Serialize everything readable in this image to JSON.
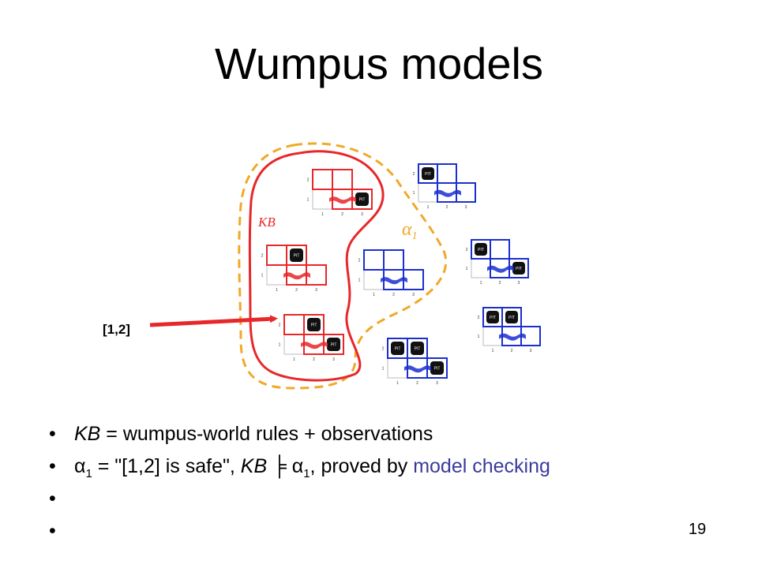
{
  "slide": {
    "title": "Wumpus models",
    "page_number": "19"
  },
  "diagram": {
    "kb_label": "KB",
    "alpha_label": "α",
    "alpha_sub": "1",
    "pointer_label": "[1,2]",
    "colors": {
      "kb_boundary": "#e8272a",
      "alpha_boundary": "#f0a928",
      "model_in_kb": "#e8272a",
      "model_outside_kb": "#1a2fd0",
      "pointer_arrow": "#e8272a",
      "pit": "#111111"
    },
    "model_cell_labels": {
      "pit": "PIT",
      "breeze": "Breeze"
    }
  },
  "bullets": [
    {
      "kb": "KB",
      "text": " = wumpus-world rules + observations"
    },
    {
      "alpha": "α",
      "alpha_sub": "1",
      "eq": " = \"[1,2] is safe\", ",
      "kb": "KB",
      "entails": " ╞ ",
      "alpha2": "α",
      "alpha2_sub": "1",
      "text": ", proved by ",
      "link": "model checking"
    },
    {},
    {}
  ]
}
